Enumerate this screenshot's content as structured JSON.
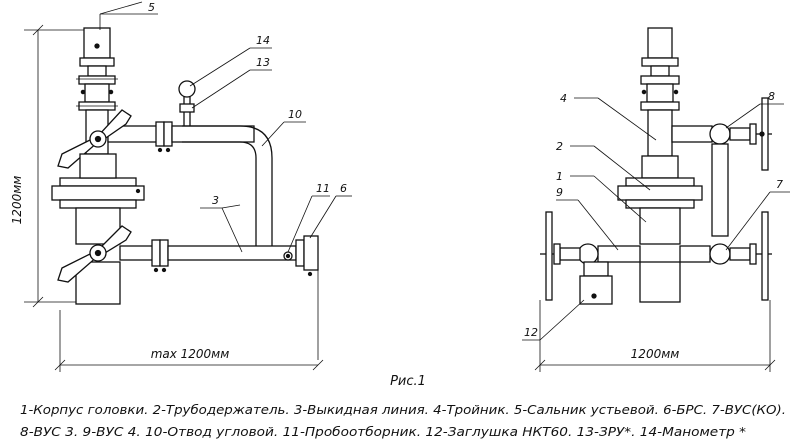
{
  "labels": {
    "l1": "1",
    "l2": "2",
    "l3": "3",
    "l4": "4",
    "l5": "5",
    "l6": "6",
    "l7": "7",
    "l8": "8",
    "l9": "9",
    "l10": "10",
    "l11": "11",
    "l12": "12",
    "l13": "13",
    "l14": "14"
  },
  "dimensions": {
    "height_left": "1200мм",
    "width_left": "max 1200мм",
    "width_right": "1200мм"
  },
  "figure_caption": "Рис.1",
  "legend": {
    "line1": "1-Корпус головки. 2-Трубодержатель. 3-Выкидная линия. 4-Тройник. 5-Сальник устьевой. 6-БРС. 7-ВУС(КО).",
    "line2": "8-ВУС 3. 9-ВУС 4. 10-Отвод угловой. 11-Пробоотборник. 12-Заглушка НКТ60. 13-ЗРУ*. 14-Манометр *"
  }
}
